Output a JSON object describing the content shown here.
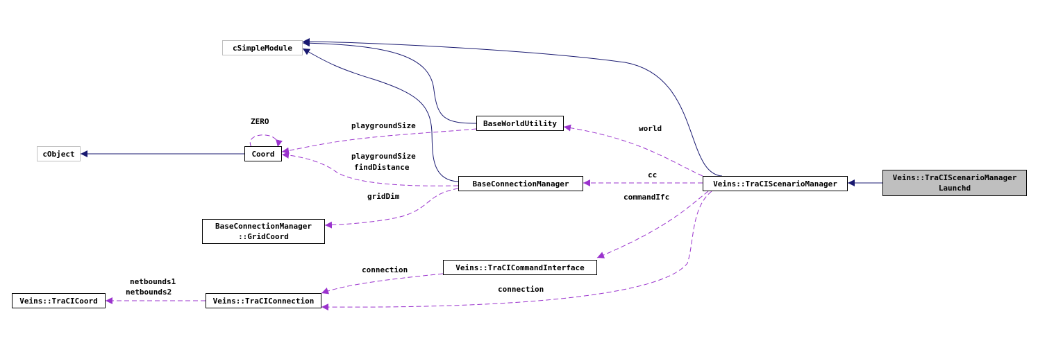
{
  "nodes": {
    "csimplemodule": "cSimpleModule",
    "cobject": "cObject",
    "coord": "Coord",
    "baseworldutility": "BaseWorldUtility",
    "baseconnectionmanager": "BaseConnectionManager",
    "gridcoord_line1": "BaseConnectionManager",
    "gridcoord_line2": "::GridCoord",
    "scenariomanager": "Veins::TraCIScenarioManager",
    "launchd_line1": "Veins::TraCIScenarioManager",
    "launchd_line2": "Launchd",
    "commandinterface": "Veins::TraCICommandInterface",
    "connection": "Veins::TraCIConnection",
    "tracicoord": "Veins::TraCICoord"
  },
  "edge_labels": {
    "zero": "ZERO",
    "playgroundsize_1": "playgroundSize",
    "playgroundsize_2": "playgroundSize",
    "finddistance": "findDistance",
    "world": "world",
    "cc": "cc",
    "griddim": "gridDim",
    "commandifc": "commandIfc",
    "connection_1": "connection",
    "connection_2": "connection",
    "netbounds1": "netbounds1",
    "netbounds2": "netbounds2"
  },
  "colors": {
    "inheritance": "#191970",
    "usage": "#9a32cd",
    "highlight_fill": "#bfbfbf"
  }
}
